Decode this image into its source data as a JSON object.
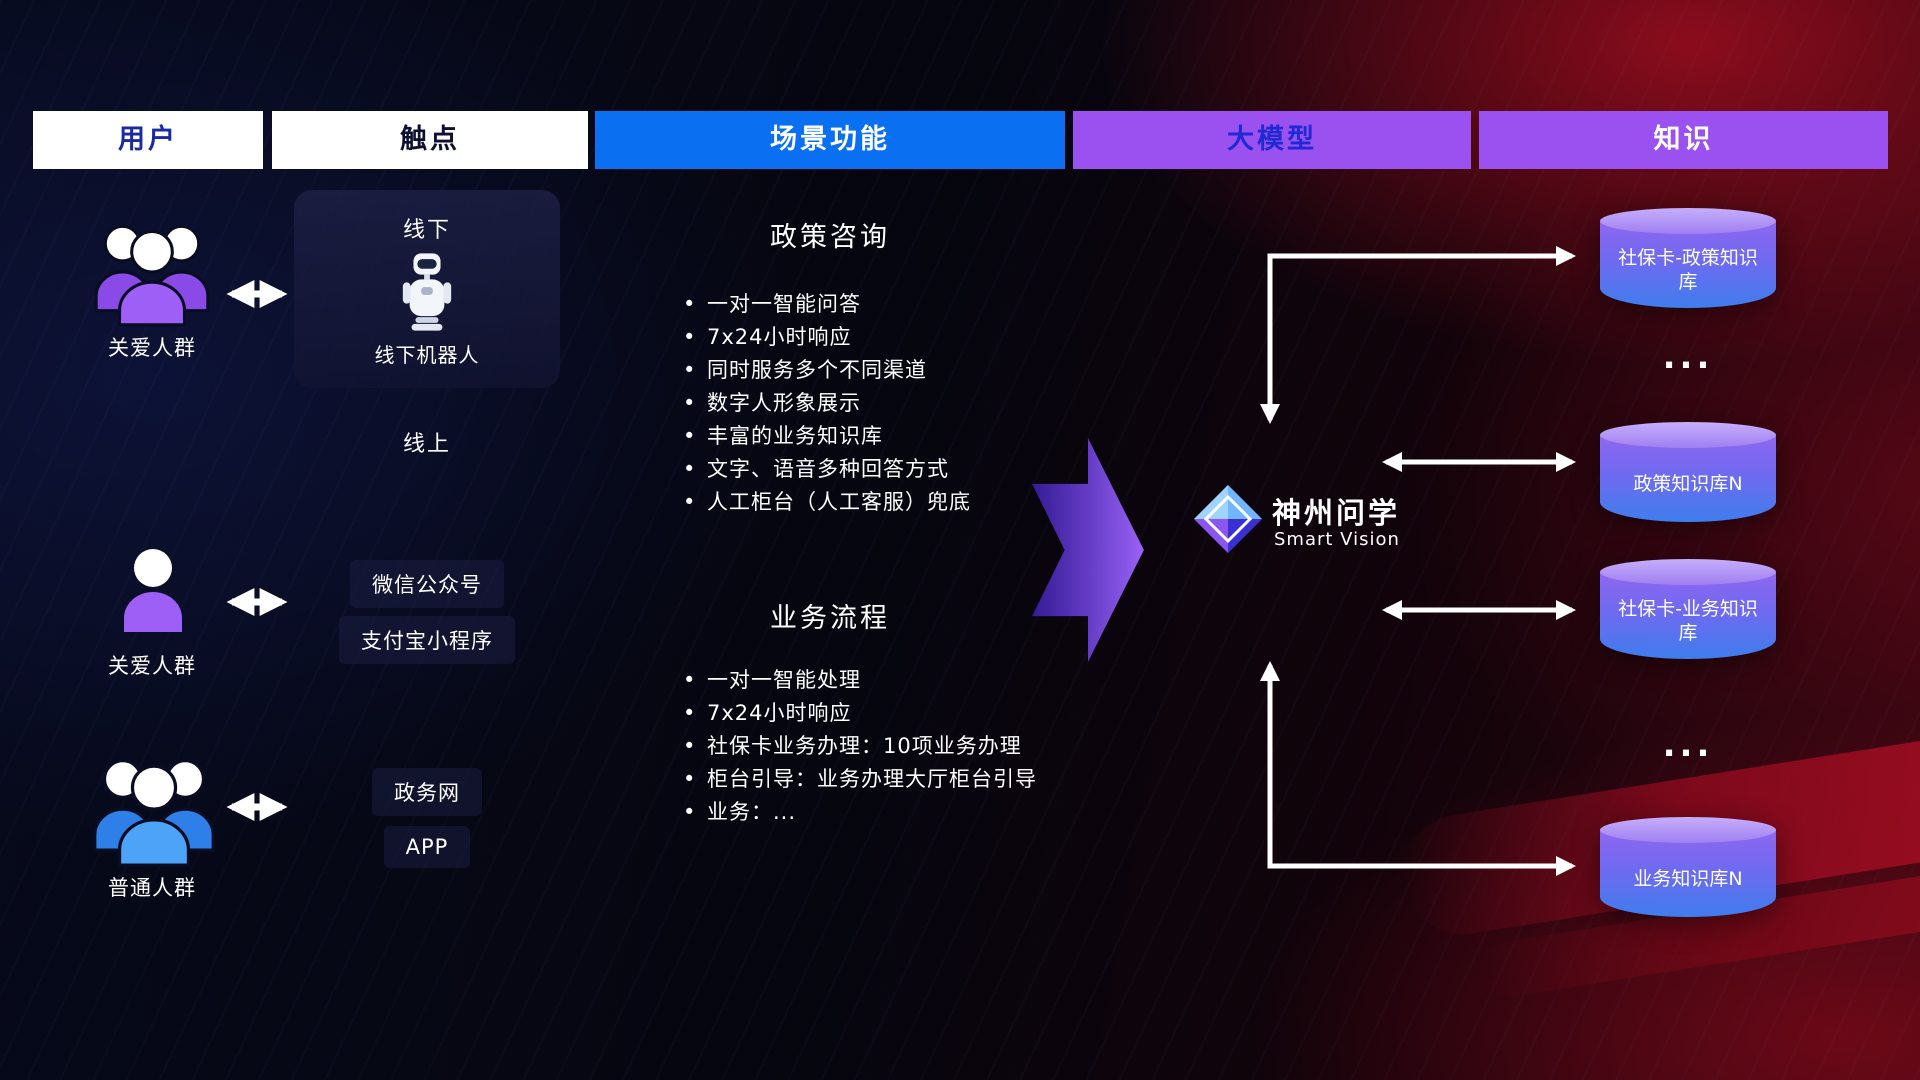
{
  "colors": {
    "accent_blue": "#0a6ff0",
    "accent_purple": "#9b50f0",
    "header_text_blue": "#1e2ad4",
    "arrow_white": "#ffffff",
    "cylinder_top": "#c6aefb",
    "cylinder_body_top": "#8f67f0",
    "cylinder_body_bottom": "#3f7ded",
    "user_purple": "#9d5ff5",
    "user_blue": "#4da3f7"
  },
  "header": {
    "columns": [
      {
        "label": "用户"
      },
      {
        "label": "触点"
      },
      {
        "label": "场景功能"
      },
      {
        "label": "大模型"
      },
      {
        "label": "知识"
      }
    ]
  },
  "users": [
    {
      "label": "关爱人群"
    },
    {
      "label": "关爱人群"
    },
    {
      "label": "普通人群"
    }
  ],
  "touchpoints": {
    "offline": {
      "title": "线下",
      "caption": "线下机器人"
    },
    "online_label": "线上",
    "channels": [
      {
        "label": "微信公众号"
      },
      {
        "label": "支付宝小程序"
      },
      {
        "label": "政务网"
      },
      {
        "label": "APP"
      }
    ]
  },
  "scenes": [
    {
      "title": "政策咨询",
      "bullets": [
        "一对一智能问答",
        "7x24小时响应",
        "同时服务多个不同渠道",
        "数字人形象展示",
        "丰富的业务知识库",
        "文字、语音多种回答方式",
        "人工柜台（人工客服）兜底"
      ]
    },
    {
      "title": "业务流程",
      "bullets": [
        "一对一智能处理",
        "7x24小时响应",
        "社保卡业务办理：10项业务办理",
        "柜台引导：业务办理大厅柜台引导",
        "业务：..."
      ]
    }
  ],
  "model": {
    "name": "神州问学",
    "subtitle": "Smart Vision"
  },
  "knowledge": {
    "items": [
      {
        "label": "社保卡-政策知识库"
      },
      {
        "label": "..."
      },
      {
        "label": "政策知识库N"
      },
      {
        "label": "社保卡-业务知识库"
      },
      {
        "label": "..."
      },
      {
        "label": "业务知识库N"
      }
    ]
  }
}
